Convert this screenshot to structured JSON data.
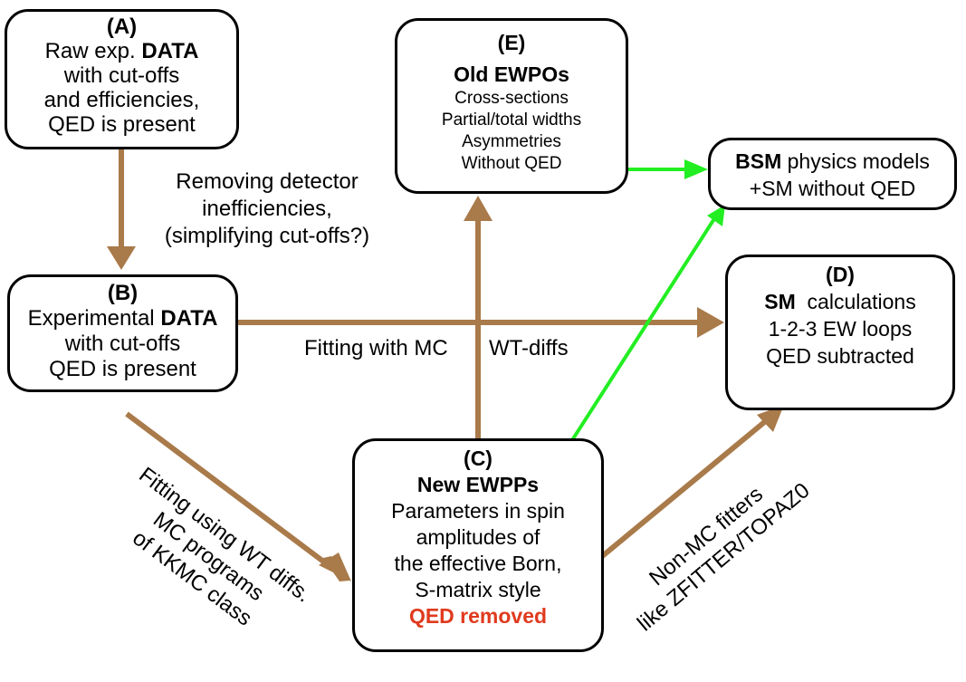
{
  "colors": {
    "brown_arrow": "#a97a4a",
    "green_arrow": "#22ee22",
    "highlight_red": "#e03a1e"
  },
  "boxes": {
    "A": {
      "id": "(A)",
      "line1_pre": "Raw exp. ",
      "line1_bold": "DATA",
      "line2": "with cut-offs",
      "line3": "and efficiencies,",
      "line4": "QED is present"
    },
    "B": {
      "id": "(B)",
      "line1_pre": "Experimental ",
      "line1_bold": "DATA",
      "line2": "with cut-offs",
      "line3": "QED is present"
    },
    "E": {
      "id": "(E)",
      "title": "Old EWPOs",
      "line1": "Cross-sections",
      "line2": "Partial/total widths",
      "line3": "Asymmetries",
      "line4": "Without QED"
    },
    "BSM": {
      "line1_bold": "BSM",
      "line1_post": " physics models",
      "line2": "+SM without QED"
    },
    "D": {
      "id": "(D)",
      "line1_bold": "SM",
      "line1_post": "  calculations",
      "line2": "1-2-3 EW loops",
      "line3": "QED subtracted"
    },
    "C": {
      "id": "(C)",
      "title": "New EWPPs",
      "line1": "Parameters in spin",
      "line2": "amplitudes of",
      "line3": "the effective Born,",
      "line4": "S-matrix style",
      "line5": "QED removed"
    }
  },
  "labels": {
    "a_to_b": [
      "Removing detector",
      "inefficiencies,",
      "(simplifying cut-offs?)"
    ],
    "fit_mc": "Fitting with MC",
    "wt_diffs": "WT-diffs",
    "b_to_c": [
      "Fitting using WT diffs.",
      "MC programs",
      "of KKMC class"
    ],
    "c_to_d": [
      "Non-MC fitters",
      "like ZFITTER/TOPAZ0"
    ]
  }
}
